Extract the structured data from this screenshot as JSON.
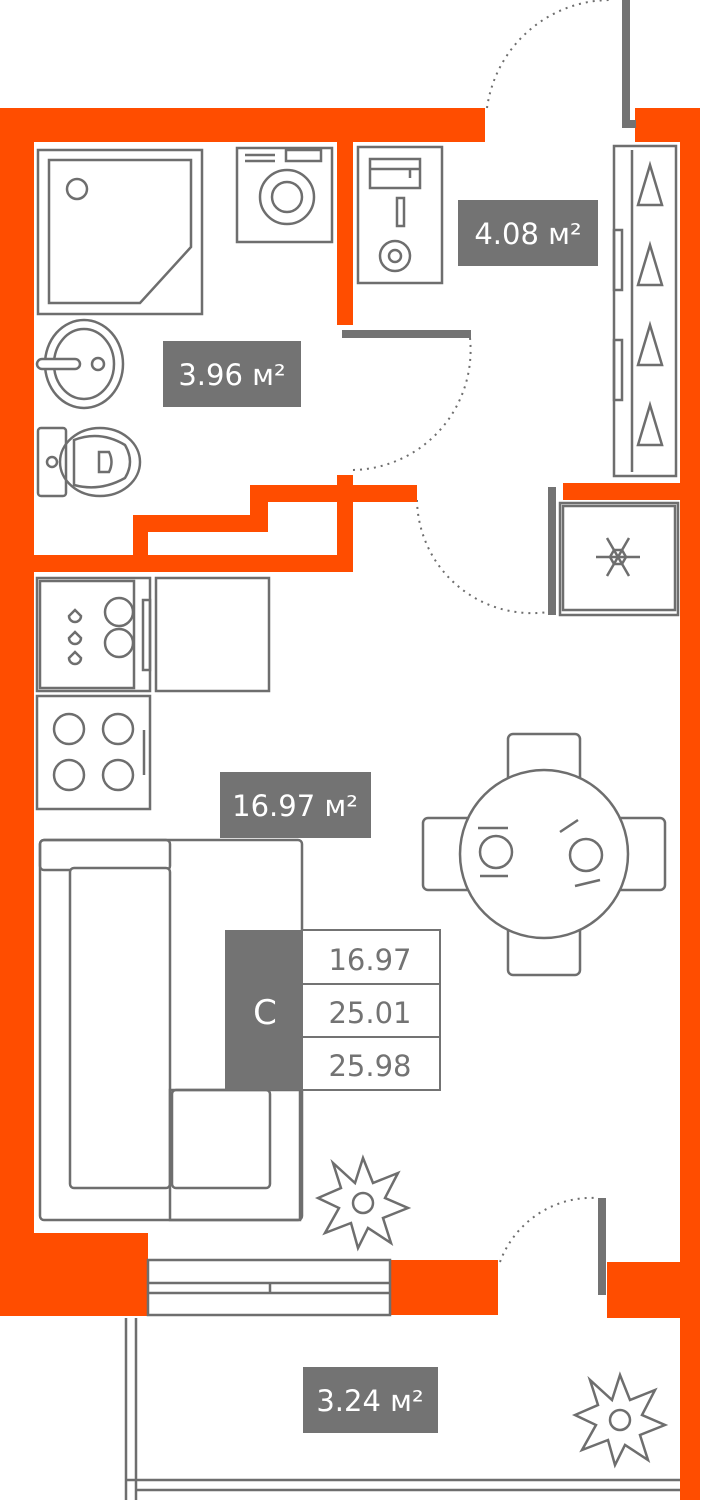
{
  "rooms": {
    "hall_area": "4.08 м²",
    "bathroom_area": "3.96 м²",
    "living_area": "16.97 м²",
    "balcony_area": "3.24 м²"
  },
  "summary": {
    "class_label": "С",
    "living": "16.97",
    "total_without_balcony": "25.01",
    "total": "25.98"
  },
  "colors": {
    "wall": "#FF4D00",
    "label": "#737373"
  }
}
